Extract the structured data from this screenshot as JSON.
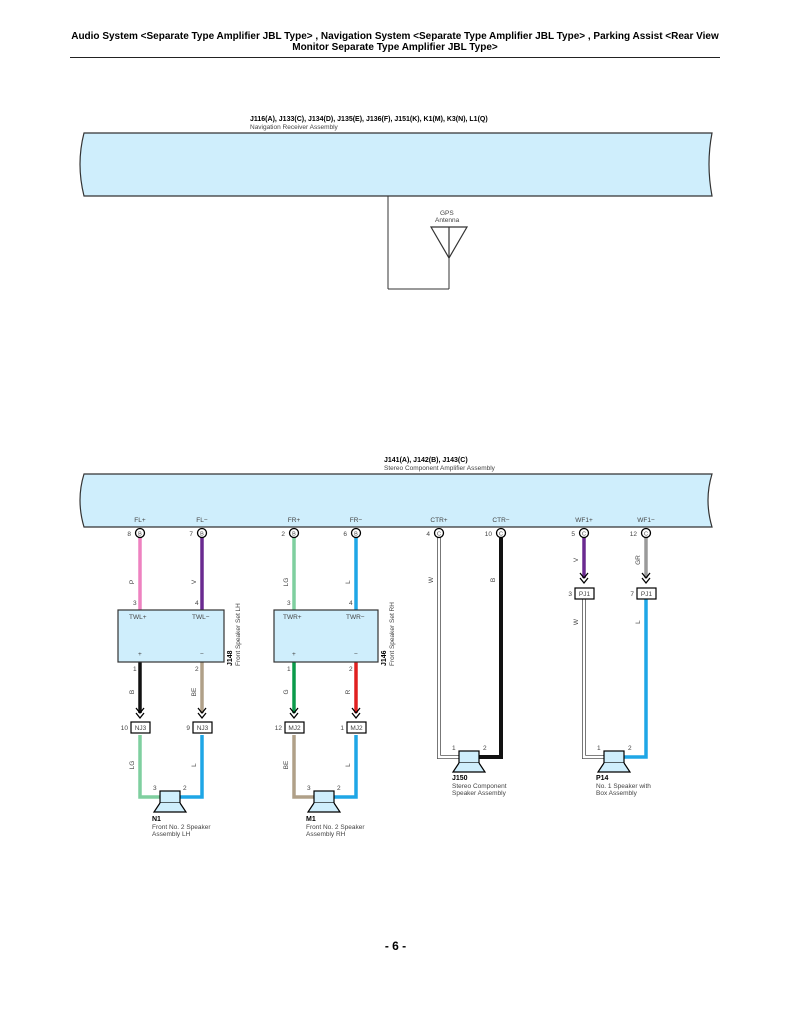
{
  "header": {
    "title_line1": "Audio System <Separate Type Amplifier JBL Type> , Navigation System <Separate Type Amplifier JBL Type> , Parking Assist <Rear View",
    "title_line2": "Monitor Separate Type Amplifier JBL Type>"
  },
  "nav_receiver": {
    "connectors": "J116(A), J133(C), J134(D), J135(E), J136(F), J151(K), K1(M), K3(N), L1(Q)",
    "name": "Navigation Receiver Assembly"
  },
  "gps": {
    "label_line1": "GPS",
    "label_line2": "Antenna"
  },
  "amplifier": {
    "connectors": "J141(A), J142(B), J143(C)",
    "name": "Stereo Component Amplifier Assembly",
    "terminals": [
      {
        "label": "FL+",
        "pin": "8",
        "conn": "B"
      },
      {
        "label": "FL−",
        "pin": "7",
        "conn": "B"
      },
      {
        "label": "FR+",
        "pin": "2",
        "conn": "B"
      },
      {
        "label": "FR−",
        "pin": "6",
        "conn": "B"
      },
      {
        "label": "CTR+",
        "pin": "4",
        "conn": "C"
      },
      {
        "label": "CTR−",
        "pin": "10",
        "conn": "C"
      },
      {
        "label": "WF1+",
        "pin": "5",
        "conn": "C"
      },
      {
        "label": "WF1−",
        "pin": "12",
        "conn": "C"
      }
    ]
  },
  "wire_colors": {
    "P": "#ee82c0",
    "V": "#6a2a90",
    "LG": "#7fcf9f",
    "L": "#1ea6e6",
    "B": "#111111",
    "BE": "#b0a088",
    "G": "#0a9a4a",
    "R": "#e02020",
    "W": "#ffffff",
    "GR": "#9a9a9a"
  },
  "wire_labels": {
    "fl_plus": "P",
    "fl_minus": "V",
    "fr_plus": "LG",
    "fr_minus": "L",
    "ctr_plus": "W",
    "ctr_minus": "B",
    "wf_plus": "V",
    "wf_minus": "GR",
    "wf_plus_lower": "W",
    "wf_minus_lower": "L",
    "lh_plus_out": "B",
    "lh_minus_out": "BE",
    "rh_plus_out": "G",
    "rh_minus_out": "R",
    "n1_plus": "LG",
    "n1_minus": "L",
    "m1_plus": "BE",
    "m1_minus": "L"
  },
  "speaker_set_lh": {
    "code": "J148",
    "name": "Front Speaker Set LH",
    "in_plus": "TWL+",
    "in_minus": "TWL−",
    "pin_in_plus": "3",
    "pin_in_minus": "4",
    "out_plus": "+",
    "out_minus": "−",
    "pin_out_plus": "1",
    "pin_out_minus": "2"
  },
  "speaker_set_rh": {
    "code": "J146",
    "name": "Front Speaker Set RH",
    "in_plus": "TWR+",
    "in_minus": "TWR−",
    "pin_in_plus": "3",
    "pin_in_minus": "4",
    "out_plus": "+",
    "out_minus": "−",
    "pin_out_plus": "1",
    "pin_out_minus": "2"
  },
  "junctions": {
    "nj3_a": {
      "label": "NJ3",
      "pin": "10"
    },
    "nj3_b": {
      "label": "NJ3",
      "pin": "9"
    },
    "mj2_a": {
      "label": "MJ2",
      "pin": "12"
    },
    "mj2_b": {
      "label": "MJ2",
      "pin": "1"
    },
    "pj1_a": {
      "label": "PJ1",
      "pin": "3"
    },
    "pj1_b": {
      "label": "PJ1",
      "pin": "7"
    }
  },
  "speakers": {
    "n1": {
      "code": "N1",
      "line1": "Front No. 2 Speaker",
      "line2": "Assembly LH",
      "pin_a": "3",
      "pin_b": "2"
    },
    "m1": {
      "code": "M1",
      "line1": "Front No. 2 Speaker",
      "line2": "Assembly RH",
      "pin_a": "3",
      "pin_b": "2"
    },
    "j150": {
      "code": "J150",
      "line1": "Stereo Component",
      "line2": "Speaker Assembly",
      "pin_a": "1",
      "pin_b": "2"
    },
    "p14": {
      "code": "P14",
      "line1": "No. 1 Speaker with",
      "line2": "Box Assembly",
      "pin_a": "1",
      "pin_b": "2"
    }
  },
  "page_number": "- 6 -"
}
